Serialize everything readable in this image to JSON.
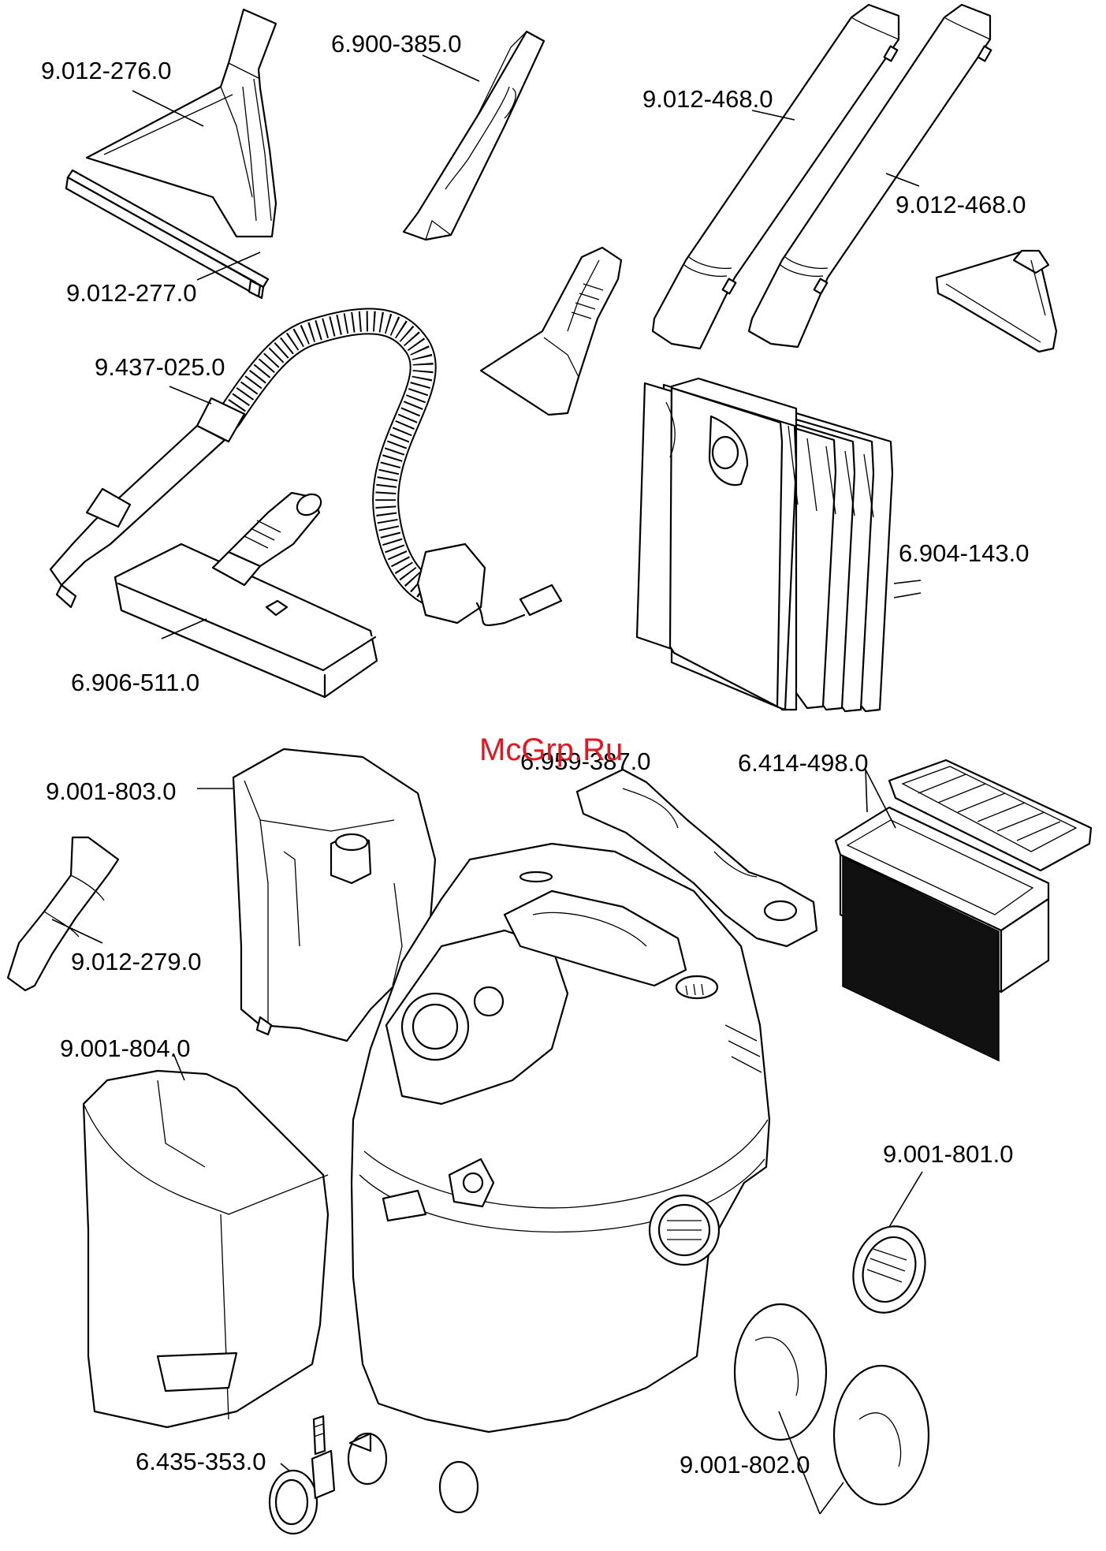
{
  "watermark": "McGrp.Ru",
  "parts": [
    {
      "id": "crevice-extractor",
      "number": "9.012-276.0"
    },
    {
      "id": "squeegee-insert",
      "number": "9.012-277.0"
    },
    {
      "id": "crevice-nozzle",
      "number": "6.900-385.0"
    },
    {
      "id": "suction-tube-a",
      "number": "9.012-468.0"
    },
    {
      "id": "suction-tube-b",
      "number": "9.012-468.0"
    },
    {
      "id": "suction-hose",
      "number": "9.437-025.0"
    },
    {
      "id": "filter-bags",
      "number": "6.904-143.0"
    },
    {
      "id": "floor-nozzle",
      "number": "6.906-511.0"
    },
    {
      "id": "accessory-holder",
      "number": "6.959-387.0"
    },
    {
      "id": "flat-filter",
      "number": "6.414-498.0"
    },
    {
      "id": "inner-container",
      "number": "9.001-803.0"
    },
    {
      "id": "adapter",
      "number": "9.012-279.0"
    },
    {
      "id": "dirt-container",
      "number": "9.001-804.0"
    },
    {
      "id": "cover-cap",
      "number": "9.001-801.0"
    },
    {
      "id": "castor",
      "number": "6.435-353.0"
    },
    {
      "id": "wheel",
      "number": "9.001-802.0"
    }
  ]
}
